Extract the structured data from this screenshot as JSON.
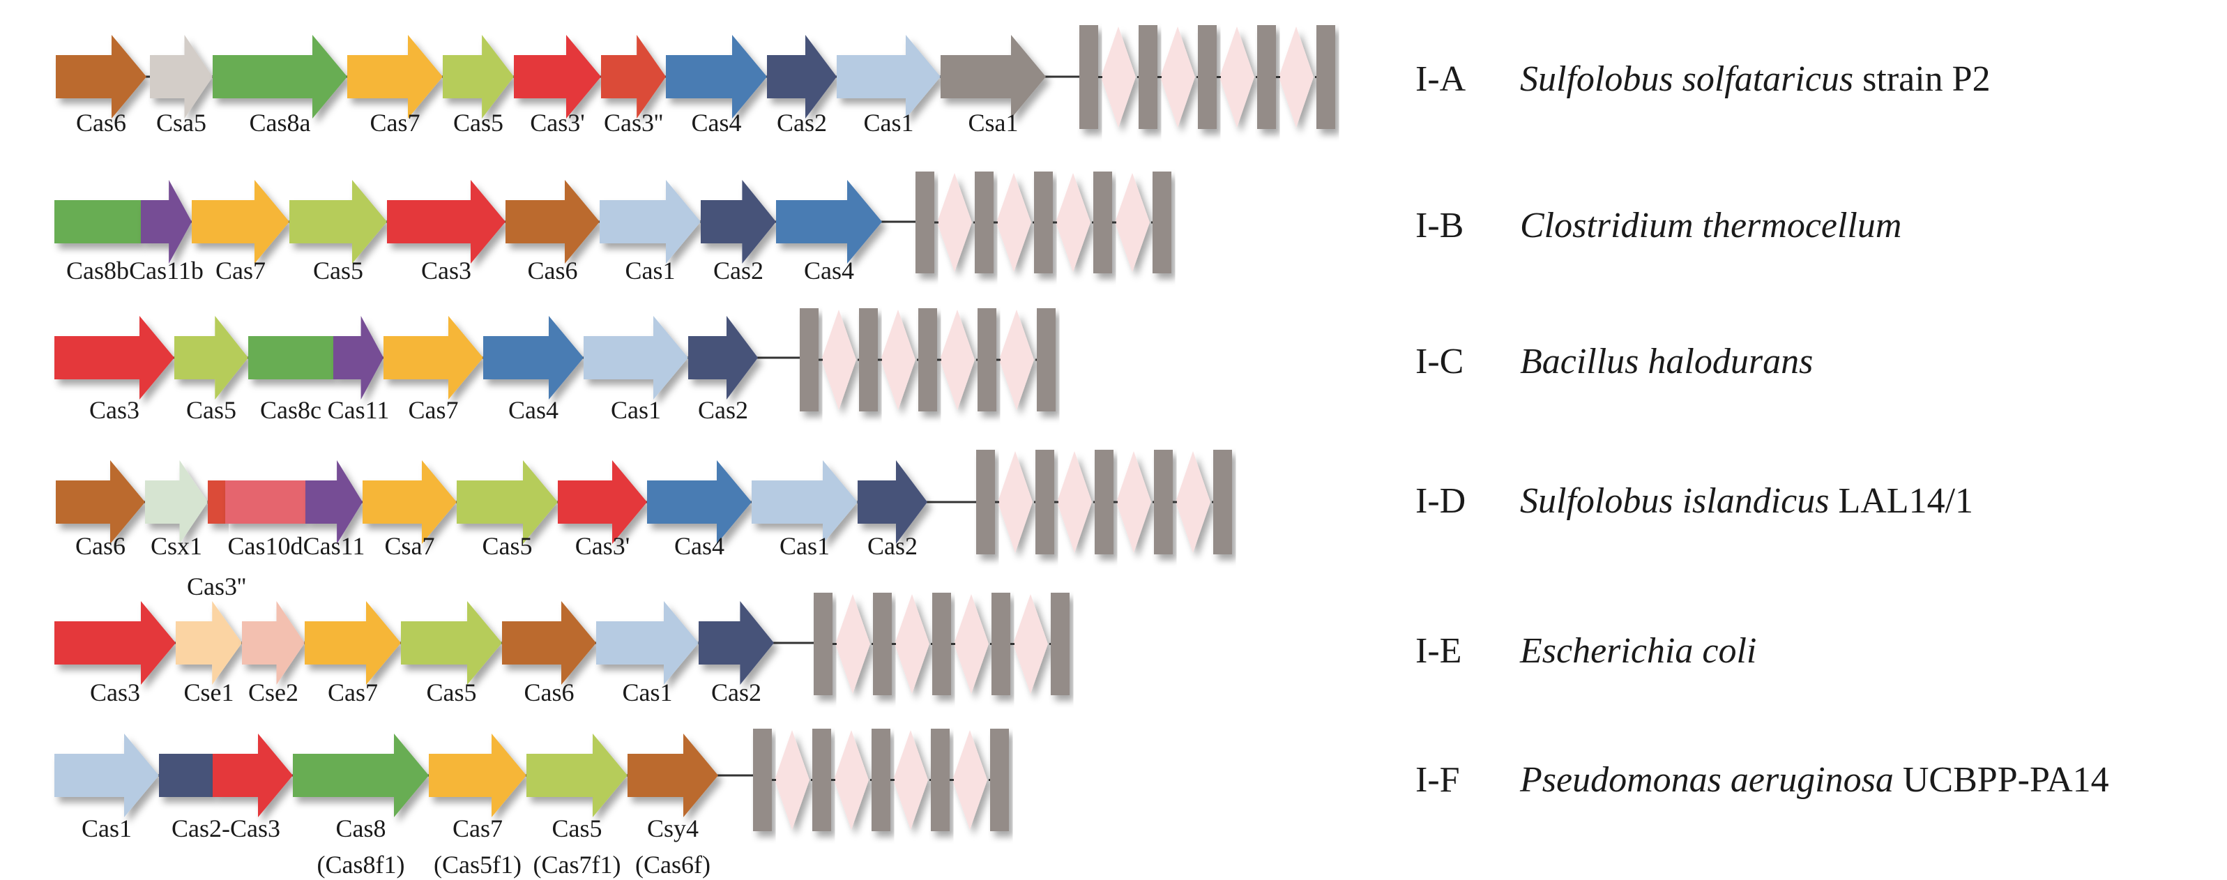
{
  "figure": {
    "colors": {
      "Cas6": "#bb6a2e",
      "Csa5": "#d3cdc8",
      "Cas8": "#67ad52",
      "Cas7": "#f6b637",
      "Cas5": "#b6cc5a",
      "Cas3": "#e4393b",
      "Cas3pp": "#db4b37",
      "Cas4": "#4a7bb3",
      "Cas2": "#475279",
      "Cas1": "#b6cbe2",
      "Csa1": "#938b86",
      "Cas11": "#764e95",
      "Csx1": "#d6e4d1",
      "Cas10d": "#e5656e",
      "Cse1": "#fbd4a3",
      "Cse2": "#f3c0b0",
      "repeat": "#948c88",
      "spacer": "#f9e1e1",
      "line": "#333333"
    },
    "legend_terms": {
      "repeat": "repeat",
      "spacer": "spacer"
    },
    "systems": [
      {
        "type": "I-A",
        "organism_italic": "Sulfolobus solfataricus",
        "organism_suffix": "strain P2",
        "genes": [
          {
            "label": "Cas6",
            "color": "Cas6"
          },
          {
            "label": "Csa5",
            "color": "Csa5"
          },
          {
            "label": "Cas8a",
            "color": "Cas8"
          },
          {
            "label": "Cas7",
            "color": "Cas7"
          },
          {
            "label": "Cas5",
            "color": "Cas5"
          },
          {
            "label": "Cas3'",
            "color": "Cas3"
          },
          {
            "label": "Cas3''",
            "color": "Cas3pp"
          },
          {
            "label": "Cas4",
            "color": "Cas4"
          },
          {
            "label": "Cas2",
            "color": "Cas2"
          },
          {
            "label": "Cas1",
            "color": "Cas1"
          },
          {
            "label": "Csa1",
            "color": "Csa1"
          }
        ],
        "crispr": {
          "repeats": 5,
          "spacers": 4
        }
      },
      {
        "type": "I-B",
        "organism_italic": "Clostridium thermocellum",
        "organism_suffix": "",
        "genes": [
          {
            "label": "Cas8b",
            "color": "Cas8",
            "fused_next": true
          },
          {
            "label": "Cas11b",
            "color": "Cas11"
          },
          {
            "label": "Cas7",
            "color": "Cas7"
          },
          {
            "label": "Cas5",
            "color": "Cas5"
          },
          {
            "label": "Cas3",
            "color": "Cas3"
          },
          {
            "label": "Cas6",
            "color": "Cas6"
          },
          {
            "label": "Cas1",
            "color": "Cas1"
          },
          {
            "label": "Cas2",
            "color": "Cas2"
          },
          {
            "label": "Cas4",
            "color": "Cas4"
          }
        ],
        "crispr": {
          "repeats": 5,
          "spacers": 4
        }
      },
      {
        "type": "I-C",
        "organism_italic": "Bacillus halodurans",
        "organism_suffix": "",
        "genes": [
          {
            "label": "Cas3",
            "color": "Cas3"
          },
          {
            "label": "Cas5",
            "color": "Cas5"
          },
          {
            "label": "Cas8c",
            "color": "Cas8",
            "fused_next": true
          },
          {
            "label": "Cas11",
            "color": "Cas11"
          },
          {
            "label": "Cas7",
            "color": "Cas7"
          },
          {
            "label": "Cas4",
            "color": "Cas4"
          },
          {
            "label": "Cas1",
            "color": "Cas1"
          },
          {
            "label": "Cas2",
            "color": "Cas2"
          }
        ],
        "crispr": {
          "repeats": 5,
          "spacers": 4
        }
      },
      {
        "type": "I-D",
        "organism_italic": "Sulfolobus islandicus",
        "organism_suffix": "LAL14/1",
        "genes": [
          {
            "label": "Cas6",
            "color": "Cas6"
          },
          {
            "label": "Csx1",
            "color": "Csx1"
          },
          {
            "label": "Cas3''",
            "color": "Cas3pp",
            "fused_next": true,
            "label_row": 2
          },
          {
            "label": "Cas10d",
            "color": "Cas10d",
            "fused_next": true
          },
          {
            "label": "Cas11",
            "color": "Cas11"
          },
          {
            "label": "Csa7",
            "color": "Cas7"
          },
          {
            "label": "Cas5",
            "color": "Cas5"
          },
          {
            "label": "Cas3'",
            "color": "Cas3"
          },
          {
            "label": "Cas4",
            "color": "Cas4"
          },
          {
            "label": "Cas1",
            "color": "Cas1"
          },
          {
            "label": "Cas2",
            "color": "Cas2"
          }
        ],
        "crispr": {
          "repeats": 5,
          "spacers": 4
        }
      },
      {
        "type": "I-E",
        "organism_italic": "Escherichia coli",
        "organism_suffix": "",
        "genes": [
          {
            "label": "Cas3",
            "color": "Cas3"
          },
          {
            "label": "Cse1",
            "color": "Cse1"
          },
          {
            "label": "Cse2",
            "color": "Cse2"
          },
          {
            "label": "Cas7",
            "color": "Cas7"
          },
          {
            "label": "Cas5",
            "color": "Cas5"
          },
          {
            "label": "Cas6",
            "color": "Cas6"
          },
          {
            "label": "Cas1",
            "color": "Cas1"
          },
          {
            "label": "Cas2",
            "color": "Cas2"
          }
        ],
        "crispr": {
          "repeats": 5,
          "spacers": 4
        }
      },
      {
        "type": "I-F",
        "organism_italic": "Pseudomonas aeruginosa",
        "organism_suffix": "UCBPP-PA14",
        "genes": [
          {
            "label": "Cas1",
            "color": "Cas1"
          },
          {
            "label": "Cas2-Cas3",
            "color": "Cas2",
            "fused_next": true,
            "label_span": 2
          },
          {
            "label": "",
            "color": "Cas3"
          },
          {
            "label": "Cas8",
            "sublabel": "(Cas8f1)",
            "color": "Cas8"
          },
          {
            "label": "Cas7",
            "sublabel": "(Cas5f1)",
            "color": "Cas7"
          },
          {
            "label": "Cas5",
            "sublabel": "(Cas7f1)",
            "color": "Cas5"
          },
          {
            "label": "Csy4",
            "sublabel": "(Cas6f)",
            "color": "Cas6"
          }
        ],
        "crispr": {
          "repeats": 5,
          "spacers": 4
        }
      }
    ]
  }
}
